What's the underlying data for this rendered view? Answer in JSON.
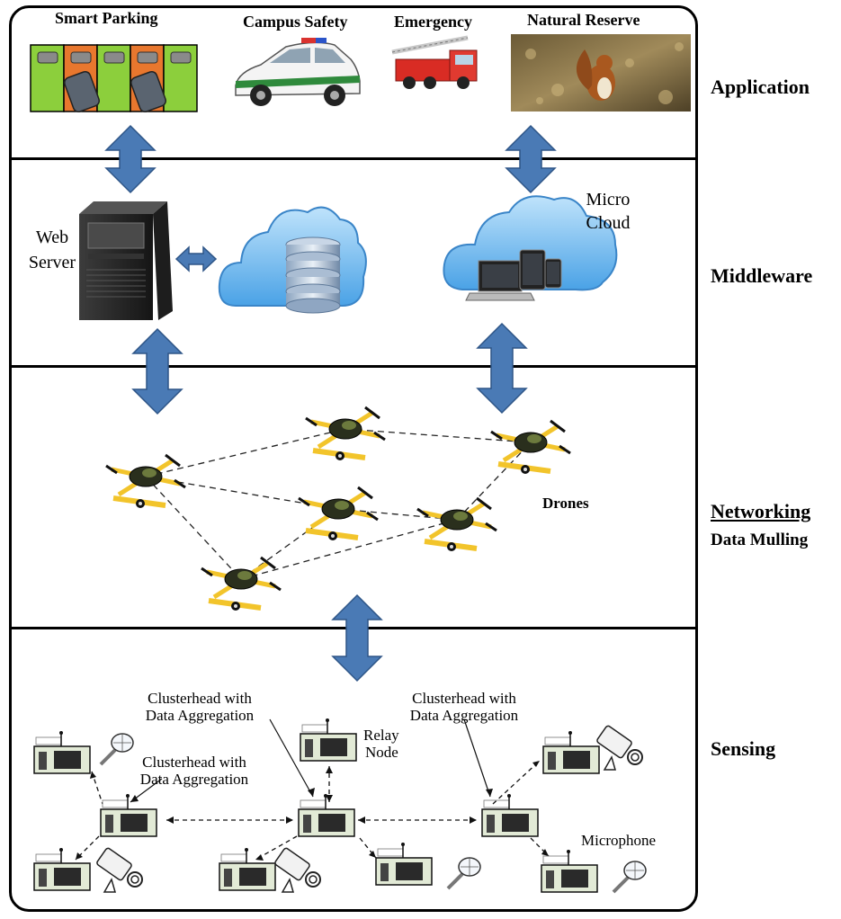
{
  "layers": {
    "application": "Application",
    "middleware": "Middleware",
    "networking": "Networking",
    "data_mulling": "Data Mulling",
    "sensing": "Sensing"
  },
  "applications": {
    "smart_parking": "Smart Parking",
    "campus_safety": "Campus Safety",
    "emergency": "Emergency",
    "natural_reserve": "Natural Reserve"
  },
  "middleware": {
    "web": "Web",
    "server": "Server",
    "micro": "Micro",
    "cloud": "Cloud"
  },
  "networking": {
    "drones": "Drones"
  },
  "sensing": {
    "clusterhead_with": "Clusterhead with",
    "data_aggregation": "Data Aggregation",
    "relay": "Relay",
    "node": "Node",
    "microphone": "Microphone"
  },
  "colors": {
    "arrow": "#4a7ab5",
    "arrow_stroke": "#2e5587",
    "sensor_fill": "#e2ead6",
    "drone_arm": "#f2c42b",
    "parking_green": "#8ccf3c",
    "parking_orange": "#e8772e"
  }
}
